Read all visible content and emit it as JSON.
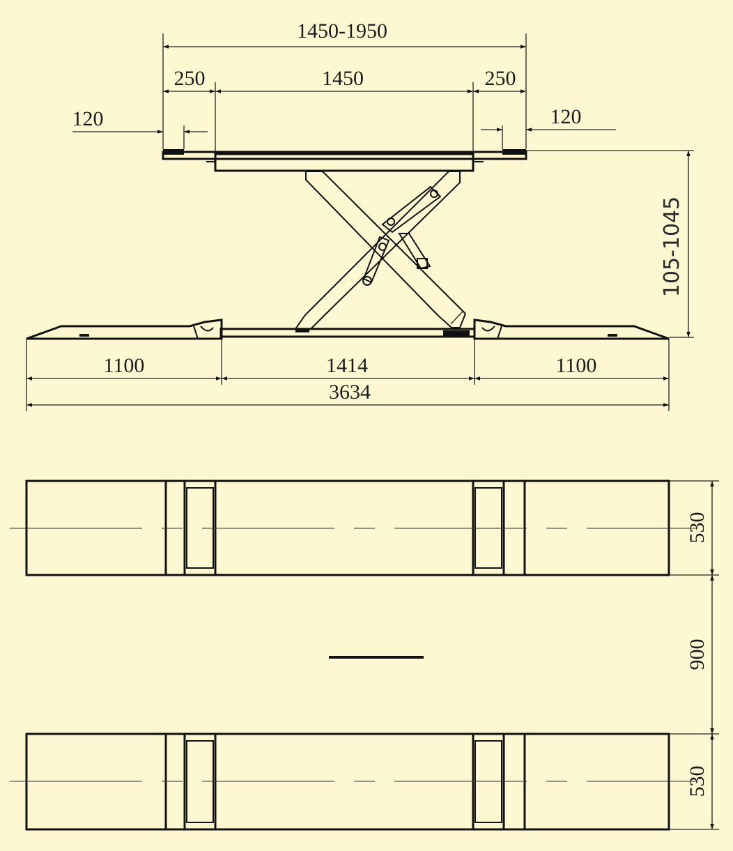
{
  "colors": {
    "background": "#fdf8d2",
    "line": "#111111"
  },
  "dimensions": {
    "overall_top": "1450-1950",
    "left_ext": "250",
    "platform": "1450",
    "right_ext": "250",
    "left_pad": "120",
    "right_pad": "120",
    "lift_height": "105-1045",
    "ramp_left": "1100",
    "base": "1414",
    "ramp_right": "1100",
    "overall_length": "3634",
    "width_top": "530",
    "gap": "900",
    "width_bottom": "530"
  }
}
